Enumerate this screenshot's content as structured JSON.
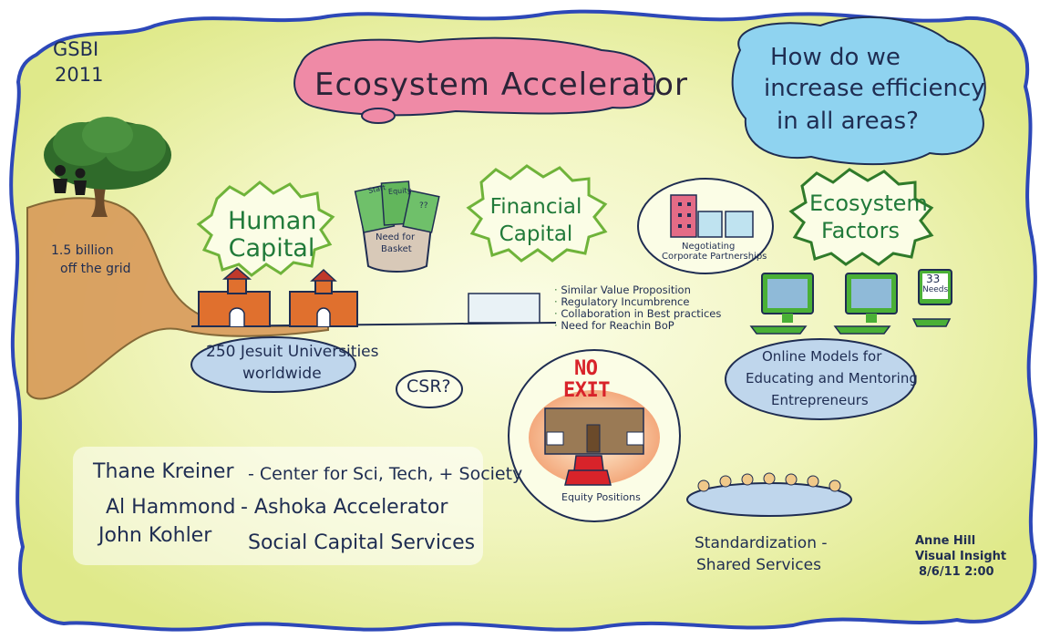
{
  "header": {
    "event": "GSBI",
    "year": "2011",
    "title": "Ecosystem Accelerator",
    "question": [
      "How do we",
      "increase efficiency",
      "in all areas?"
    ]
  },
  "left": {
    "population": [
      "1.5 billion",
      "off the grid"
    ],
    "universities": [
      "250 Jesuit Universities",
      "worldwide"
    ]
  },
  "bubbles": {
    "human_capital": [
      "Human",
      "Capital"
    ],
    "need_for_basket": [
      "Need for",
      "Basket"
    ],
    "financial_capital": [
      "Financial",
      "Capital"
    ],
    "ecosystem_factors": [
      "Ecosystem",
      "Factors"
    ]
  },
  "basket_money_labels": [
    "Start",
    "Equity",
    "??"
  ],
  "partnerships": [
    "Negotiating",
    "Corporate Partnerships"
  ],
  "bullets": [
    "Similar Value Proposition",
    "Regulatory Incumbrence",
    "Collaboration in Best practices",
    "Need for Reachin BoP"
  ],
  "csr": "CSR?",
  "no_exit": {
    "sign": [
      "NO",
      "EXIT"
    ],
    "caption": "Equity Positions"
  },
  "online": {
    "needs_label": [
      "33",
      "Needs"
    ],
    "caption": [
      "Online Models for",
      "Educating and Mentoring",
      "Entrepreneurs"
    ]
  },
  "speakers": [
    {
      "name": "Thane Kreiner",
      "org": "- Center for Sci, Tech, + Society"
    },
    {
      "name": "Al Hammond",
      "org": "- Ashoka Accelerator"
    },
    {
      "name": "John Kohler",
      "org": "Social Capital Services"
    }
  ],
  "standardization": [
    "Standardization -",
    "Shared Services"
  ],
  "signature": [
    "Anne Hill",
    "Visual Insight",
    "8/6/11 2:00"
  ],
  "colors": {
    "background_wash": "#e9ef9c",
    "border": "#2d48b8",
    "title_cloud": "#ef8aa6",
    "question_cloud": "#8fd3f0",
    "spiky_outline": "#6fb33a",
    "spiky_text": "#217a3a",
    "pill": "#bfd6ec",
    "hill": "#d89a5a",
    "tree": "#2f6a2a",
    "building": "#e0702e",
    "computer": "#4ab036"
  }
}
